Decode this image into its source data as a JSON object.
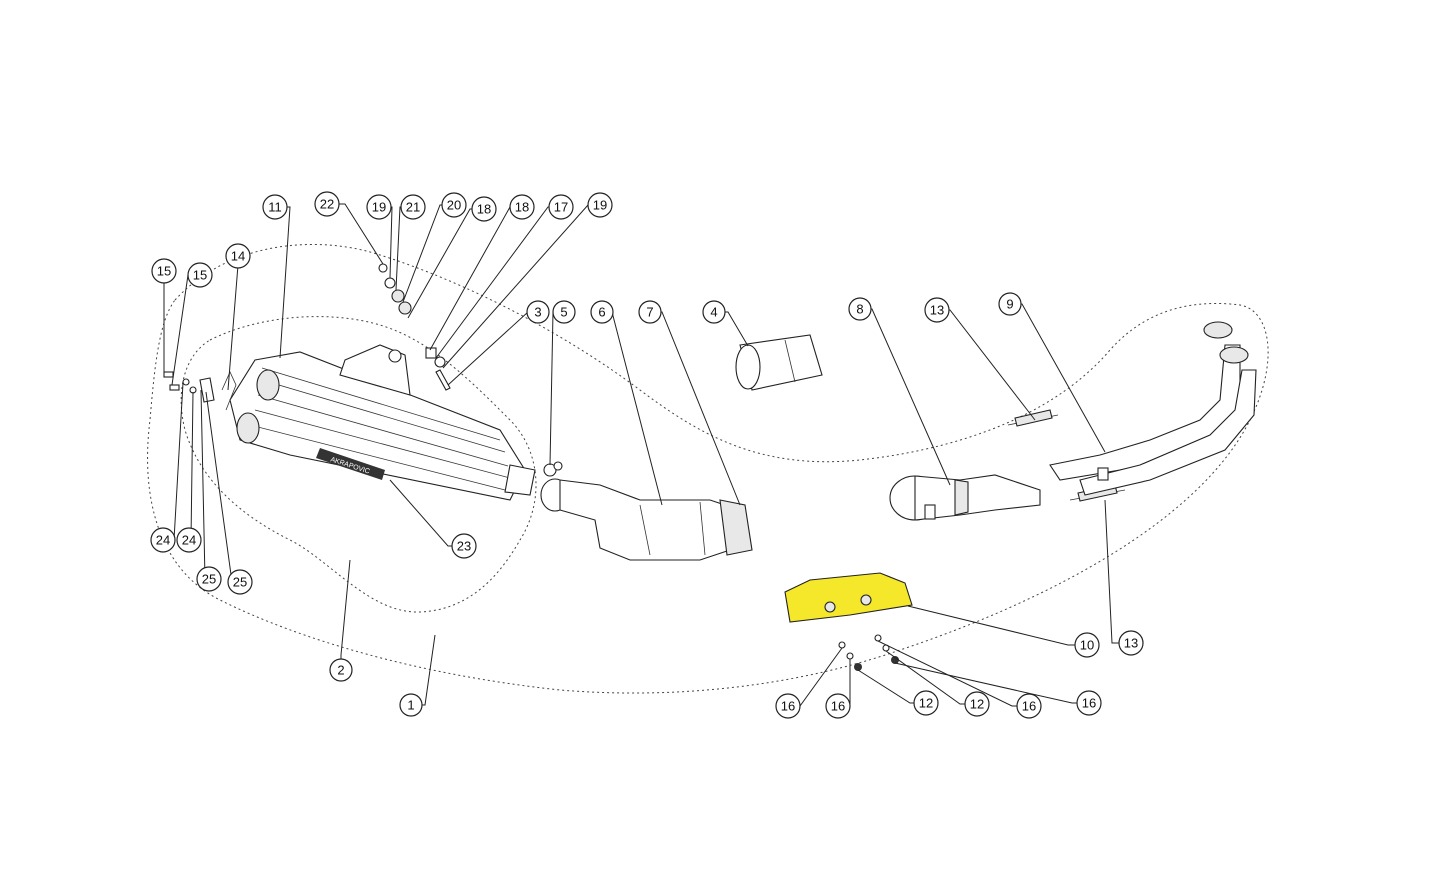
{
  "diagram": {
    "highlight_color": "#f5e72a",
    "brand_text": "AKRAPOVIC",
    "callouts": [
      {
        "id": "c1",
        "label": "1"
      },
      {
        "id": "c2",
        "label": "2"
      },
      {
        "id": "c3",
        "label": "3"
      },
      {
        "id": "c4",
        "label": "4"
      },
      {
        "id": "c5",
        "label": "5"
      },
      {
        "id": "c6",
        "label": "6"
      },
      {
        "id": "c7",
        "label": "7"
      },
      {
        "id": "c8",
        "label": "8"
      },
      {
        "id": "c9",
        "label": "9"
      },
      {
        "id": "c10",
        "label": "10"
      },
      {
        "id": "c11",
        "label": "11"
      },
      {
        "id": "c12a",
        "label": "12"
      },
      {
        "id": "c12b",
        "label": "12"
      },
      {
        "id": "c13a",
        "label": "13"
      },
      {
        "id": "c13b",
        "label": "13"
      },
      {
        "id": "c14",
        "label": "14"
      },
      {
        "id": "c15a",
        "label": "15"
      },
      {
        "id": "c15b",
        "label": "15"
      },
      {
        "id": "c16a",
        "label": "16"
      },
      {
        "id": "c16b",
        "label": "16"
      },
      {
        "id": "c16c",
        "label": "16"
      },
      {
        "id": "c16d",
        "label": "16"
      },
      {
        "id": "c17",
        "label": "17"
      },
      {
        "id": "c18a",
        "label": "18"
      },
      {
        "id": "c18b",
        "label": "18"
      },
      {
        "id": "c19a",
        "label": "19"
      },
      {
        "id": "c19b",
        "label": "19"
      },
      {
        "id": "c20",
        "label": "20"
      },
      {
        "id": "c21",
        "label": "21"
      },
      {
        "id": "c22",
        "label": "22"
      },
      {
        "id": "c23",
        "label": "23"
      },
      {
        "id": "c24a",
        "label": "24"
      },
      {
        "id": "c24b",
        "label": "24"
      },
      {
        "id": "c25a",
        "label": "25"
      },
      {
        "id": "c25b",
        "label": "25"
      }
    ]
  }
}
